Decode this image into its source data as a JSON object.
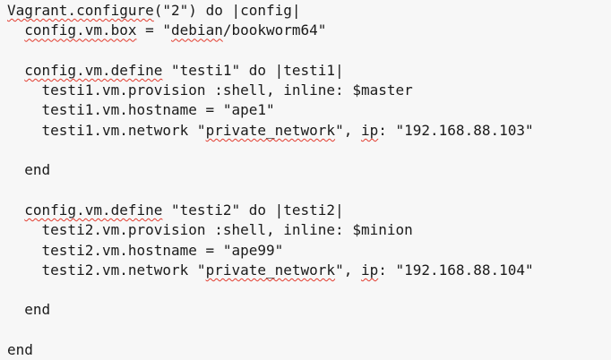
{
  "editor": {
    "background": "#f7f7f7",
    "text_color": "#1a1a1a",
    "squiggle_color": "#e23b2e",
    "lines": [
      {
        "segments": [
          {
            "t": "Vagrant.configure",
            "sq": true
          },
          {
            "t": "(\"2\") do |config|",
            "sq": false
          }
        ]
      },
      {
        "segments": [
          {
            "t": "  ",
            "sq": false
          },
          {
            "t": "config.vm.box",
            "sq": true
          },
          {
            "t": " = \"",
            "sq": false
          },
          {
            "t": "debian",
            "sq": true
          },
          {
            "t": "/bookworm64\"",
            "sq": false
          }
        ]
      },
      {
        "segments": []
      },
      {
        "segments": [
          {
            "t": "  ",
            "sq": false
          },
          {
            "t": "config.vm.define",
            "sq": true
          },
          {
            "t": " \"testi1\" do |testi1|",
            "sq": false
          }
        ]
      },
      {
        "segments": [
          {
            "t": "    testi1.vm.provision :shell, inline: $master",
            "sq": false
          }
        ]
      },
      {
        "segments": [
          {
            "t": "    testi1.vm.hostname = \"ape1\"",
            "sq": false
          }
        ]
      },
      {
        "segments": [
          {
            "t": "    testi1.vm.network \"",
            "sq": false
          },
          {
            "t": "private_network",
            "sq": true
          },
          {
            "t": "\", ",
            "sq": false
          },
          {
            "t": "ip",
            "sq": true
          },
          {
            "t": ": \"192.168.88.103\"",
            "sq": false
          }
        ]
      },
      {
        "segments": []
      },
      {
        "segments": [
          {
            "t": "  end",
            "sq": false
          }
        ]
      },
      {
        "segments": []
      },
      {
        "segments": [
          {
            "t": "  ",
            "sq": false
          },
          {
            "t": "config.vm.define",
            "sq": true
          },
          {
            "t": " \"testi2\" do |testi2|",
            "sq": false
          }
        ]
      },
      {
        "segments": [
          {
            "t": "    testi2.vm.provision :shell, inline: $minion",
            "sq": false
          }
        ]
      },
      {
        "segments": [
          {
            "t": "    testi2.vm.hostname = \"ape99\"",
            "sq": false
          }
        ]
      },
      {
        "segments": [
          {
            "t": "    testi2.vm.network \"",
            "sq": false
          },
          {
            "t": "private_network",
            "sq": true
          },
          {
            "t": "\", ",
            "sq": false
          },
          {
            "t": "ip",
            "sq": true
          },
          {
            "t": ": \"192.168.88.104\"",
            "sq": false
          }
        ]
      },
      {
        "segments": []
      },
      {
        "segments": [
          {
            "t": "  end",
            "sq": false
          }
        ]
      },
      {
        "segments": []
      },
      {
        "segments": [
          {
            "t": "end",
            "sq": false
          }
        ]
      }
    ]
  }
}
